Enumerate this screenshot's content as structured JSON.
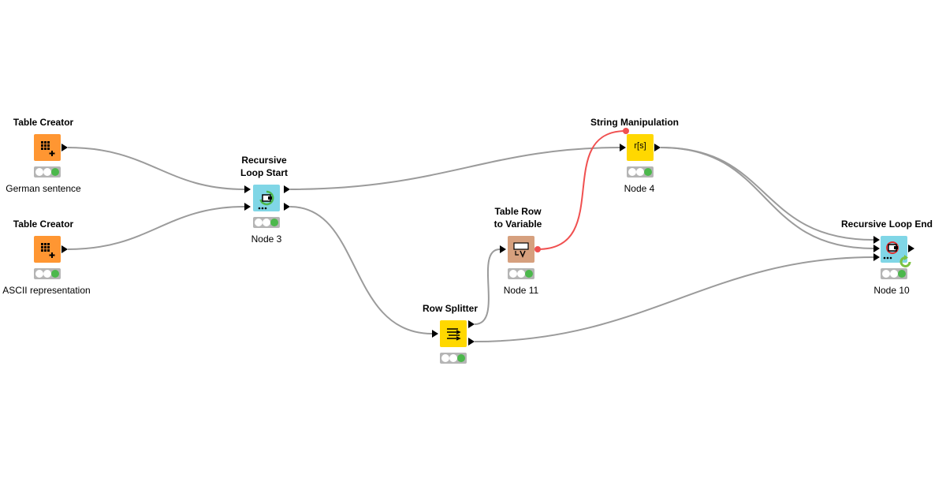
{
  "nodes": [
    {
      "id": "tc1",
      "title": "Table Creator",
      "label": "German sentence",
      "color": "#ff9632",
      "icon": "table-creator-icon"
    },
    {
      "id": "tc2",
      "title": "Table Creator",
      "label": "ASCII representation",
      "color": "#ff9632",
      "icon": "table-creator-icon"
    },
    {
      "id": "rls",
      "title": "Recursive\nLoop Start",
      "label": "Node 3",
      "color": "#80d6e6",
      "icon": "loop-start-icon"
    },
    {
      "id": "rs",
      "title": "Row Splitter",
      "label": "",
      "color": "#ffd800",
      "icon": "row-splitter-icon"
    },
    {
      "id": "trv",
      "title": "Table Row\nto Variable",
      "label": "Node 11",
      "color": "#d6a07e",
      "icon": "table-row-to-variable-icon"
    },
    {
      "id": "sm",
      "title": "String Manipulation",
      "label": "Node 4",
      "color": "#ffd800",
      "icon": "string-manipulation-icon",
      "icon_text": "r[s]"
    },
    {
      "id": "rle",
      "title": "Recursive Loop End",
      "label": "Node 10",
      "color": "#80d6e6",
      "icon": "loop-end-icon"
    }
  ],
  "colors": {
    "wire": "#9b9b9b",
    "flow_variable_wire": "#f05050",
    "status_off": "#ffffff",
    "status_green": "#4cb84c"
  }
}
